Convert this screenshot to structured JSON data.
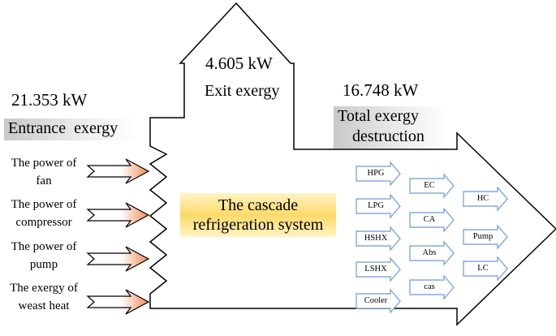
{
  "entrance": {
    "value": "21.353 kW",
    "label": "Entrance  exergy"
  },
  "exit": {
    "value": "4.605 kW",
    "label": "Exit exergy"
  },
  "destruction": {
    "value": "16.748 kW",
    "label_line1": "Total exergy",
    "label_line2": "destruction"
  },
  "system": {
    "line1": "The cascade",
    "line2": "refrigeration system"
  },
  "inputs": [
    {
      "line1": "The power of",
      "line2": "fan"
    },
    {
      "line1": "The power of",
      "line2": "compressor"
    },
    {
      "line1": "The power of",
      "line2": "pump"
    },
    {
      "line1": "The exergy of",
      "line2": "weast heat"
    }
  ],
  "components": {
    "column1": [
      "HPG",
      "LPG",
      "HSHX",
      "LSHX",
      "Cooler"
    ],
    "column2": [
      "EC",
      "CA",
      "Abs",
      "cas"
    ],
    "column3": [
      "HC",
      "Pump",
      "LC"
    ]
  },
  "colors": {
    "outline": "#000000",
    "input_arrow_fill": "#f08a5a",
    "system_highlight": "#fbd96a",
    "component_arrow_stroke": "#6b9bd2",
    "label_gray": "#d9d9d9"
  }
}
